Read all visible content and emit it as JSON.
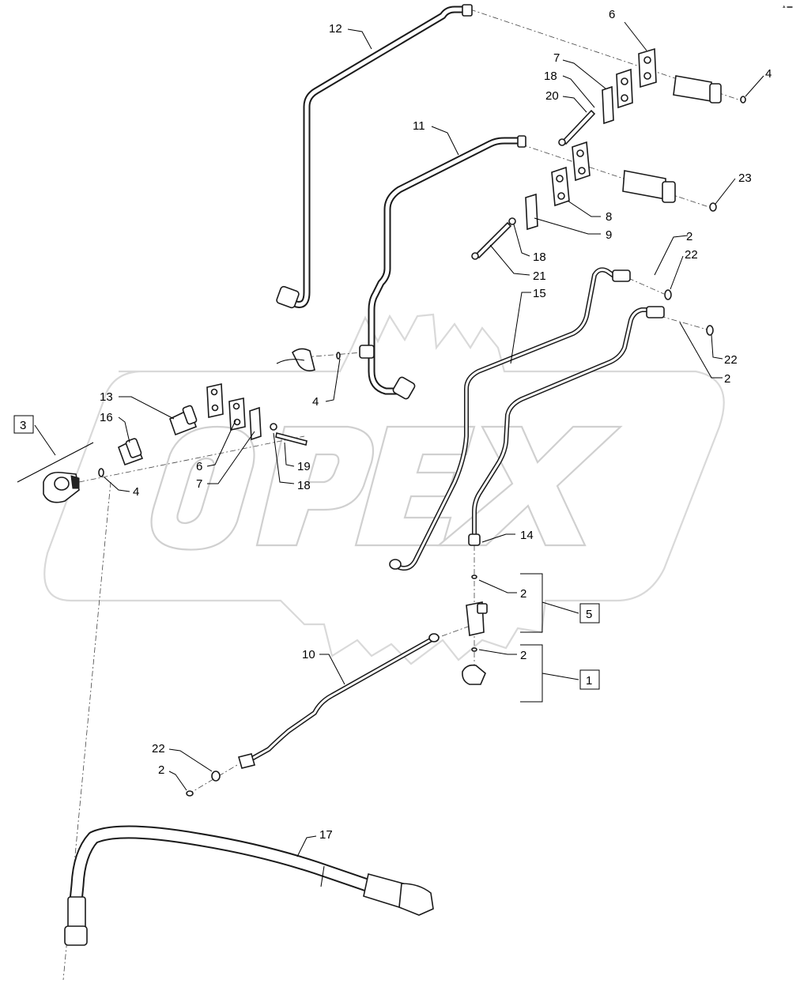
{
  "diagram": {
    "corner_mark": "▴ ▬",
    "watermark_text": "OPEX",
    "callouts": [
      {
        "id": "c12",
        "text": "12"
      },
      {
        "id": "c6a",
        "text": "6"
      },
      {
        "id": "c7a",
        "text": "7"
      },
      {
        "id": "c18a",
        "text": "18"
      },
      {
        "id": "c4a",
        "text": "4"
      },
      {
        "id": "c20",
        "text": "20"
      },
      {
        "id": "c11",
        "text": "11"
      },
      {
        "id": "c23",
        "text": "23"
      },
      {
        "id": "c8",
        "text": "8"
      },
      {
        "id": "c9",
        "text": "9"
      },
      {
        "id": "c18b",
        "text": "18"
      },
      {
        "id": "c21",
        "text": "21"
      },
      {
        "id": "c2a",
        "text": "2"
      },
      {
        "id": "c22a",
        "text": "22"
      },
      {
        "id": "c15",
        "text": "15"
      },
      {
        "id": "c22b",
        "text": "22"
      },
      {
        "id": "c2b",
        "text": "2"
      },
      {
        "id": "c4b",
        "text": "4"
      },
      {
        "id": "c13",
        "text": "13"
      },
      {
        "id": "c16",
        "text": "16"
      },
      {
        "id": "c6b",
        "text": "6"
      },
      {
        "id": "c7b",
        "text": "7"
      },
      {
        "id": "c19",
        "text": "19"
      },
      {
        "id": "c18c",
        "text": "18"
      },
      {
        "id": "c4c",
        "text": "4"
      },
      {
        "id": "c14",
        "text": "14"
      },
      {
        "id": "c2c",
        "text": "2"
      },
      {
        "id": "c2d",
        "text": "2"
      },
      {
        "id": "c10",
        "text": "10"
      },
      {
        "id": "c22c",
        "text": "22"
      },
      {
        "id": "c2e",
        "text": "2"
      },
      {
        "id": "c17",
        "text": "17"
      }
    ],
    "boxed_callouts": [
      {
        "id": "b3",
        "text": "3"
      },
      {
        "id": "b5",
        "text": "5"
      },
      {
        "id": "b1",
        "text": "1"
      }
    ]
  }
}
